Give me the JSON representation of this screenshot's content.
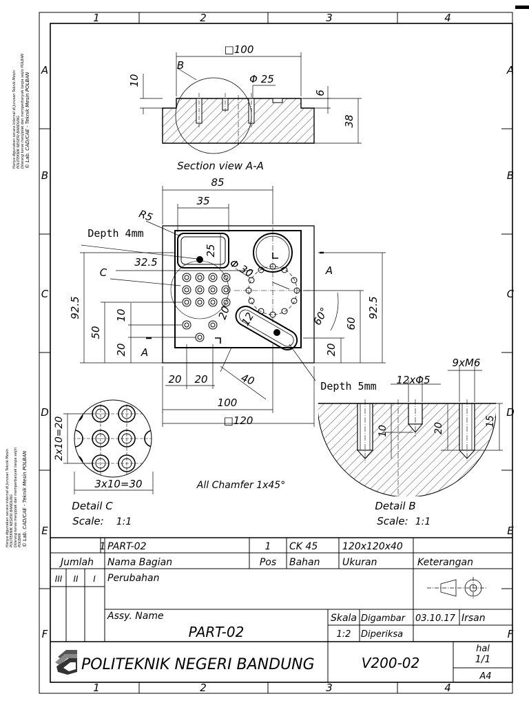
{
  "frame": {
    "col_labels": [
      "1",
      "2",
      "3",
      "4"
    ],
    "row_labels": [
      "A",
      "B",
      "C",
      "D",
      "E",
      "F"
    ]
  },
  "side_notes": {
    "top": [
      "Hanya digunakan secara internal di Jurusan Teknik Mesin",
      "POLITEKNIK NEGERI BANDUNG",
      "Dilarang keras menjiplak dan memperbanyak tanpa seijin POLBAN",
      "© Lab. CAD/CAE - Teknik Mesin POLBAN"
    ],
    "bottom": [
      "Hanya digunakan secara internal di Jurusan Teknik Mesin",
      "POLITEKNIK NEGERI BANDUNG",
      "Dilarang keras menjiplak dan memperbanyak tanpa seijin",
      "POLBAN",
      "© Lab. CAD/CAE - Teknik Mesin POLBAN"
    ]
  },
  "section_view": {
    "caption": "Section view A-A",
    "dim_width": "□100",
    "label_b": "B",
    "dim_dia": "Φ 25",
    "dim_10": "10",
    "dim_6": "6",
    "dim_38": "38"
  },
  "plan_view": {
    "dim_85": "85",
    "dim_35": "35",
    "dim_r5": "R5",
    "depth_4": "Depth 4mm",
    "dim_25": "25",
    "dim_32_5": "32.5",
    "dim_d30": "Φ 30",
    "label_c": "C",
    "label_a_top": "A",
    "label_a_bottom": "A",
    "dim_92_5_left": "92.5",
    "dim_92_5_right": "92.5",
    "dim_50": "50",
    "dim_10": "10",
    "dim_20_left": "20",
    "dim_20_mid": "20",
    "dim_12": "12",
    "dim_60_angle": "60°",
    "dim_60": "60",
    "dim_20_right": "20",
    "dim_20_b1": "20",
    "dim_20_b2": "20",
    "dim_40": "40",
    "depth_5": "Depth 5mm",
    "dim_100": "100",
    "dim_120": "□120"
  },
  "detail_c": {
    "dim_2x10": "2x10=20",
    "dim_3x10": "3x10=30",
    "caption": "Detail C",
    "scale_label": "Scale:",
    "scale_value": "1:1"
  },
  "detail_b": {
    "dim_9m6": "9xM6",
    "dim_12d5": "12xΦ5",
    "dim_10": "10",
    "dim_20": "20",
    "dim_15": "15",
    "caption": "Detail B",
    "scale_label": "Scale:",
    "scale_value": "1:1"
  },
  "note": "All Chamfer 1x45°",
  "title_block": {
    "row1": {
      "qty": "1",
      "name": "PART-02",
      "pos": "1",
      "material": "CK 45",
      "size": "120x120x40",
      "remark": ""
    },
    "headers": {
      "qty": "Jumlah",
      "name": "Nama Bagian",
      "pos": "Pos",
      "material": "Bahan",
      "size": "Ukuran",
      "remark": "Keterangan"
    },
    "revisions": {
      "iii": "III",
      "ii": "II",
      "i": "I",
      "label": "Perubahan"
    },
    "assy_label": "Assy. Name",
    "part_name": "PART-02",
    "skala_label": "Skala",
    "skala_value": "1:2",
    "digambar_label": "Digambar",
    "digambar_date": "03.10.17",
    "digambar_name": "Irsan",
    "diperiksa_label": "Diperiksa",
    "institution": "POLITEKNIK NEGERI BANDUNG",
    "drawing_no": "V200-02",
    "hal_label": "hal",
    "hal_value": "1/1",
    "paper": "A4"
  }
}
